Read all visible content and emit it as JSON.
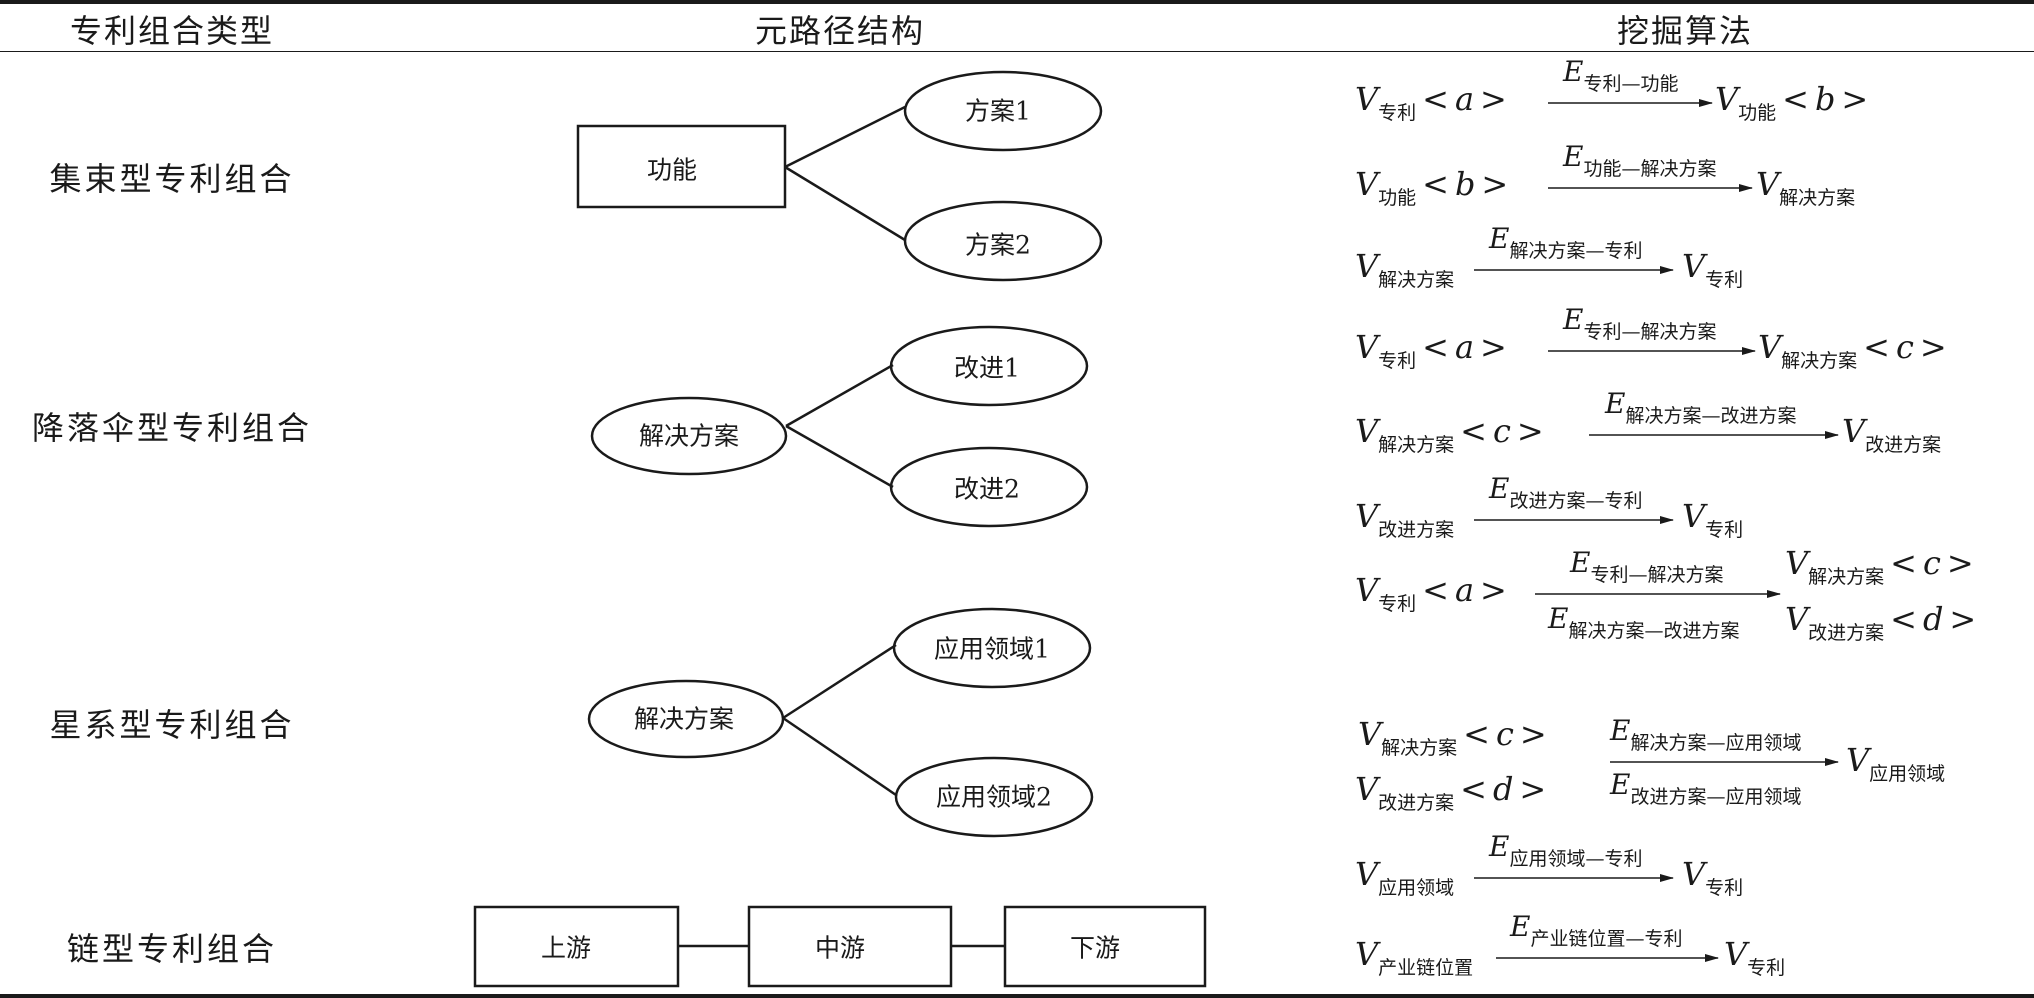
{
  "header": {
    "col1": "专利组合类型",
    "col2": "元路径结构",
    "col3": "挖掘算法"
  },
  "rows": [
    {
      "label": "集束型专利组合",
      "root": "功能",
      "children": [
        "方案1",
        "方案2"
      ]
    },
    {
      "label": "降落伞型专利组合",
      "root": "解决方案",
      "children": [
        "改进1",
        "改进2"
      ]
    },
    {
      "label": "星系型专利组合",
      "root": "解决方案",
      "children": [
        "应用领域1",
        "应用领域2"
      ]
    },
    {
      "label": "链型专利组合",
      "chain": [
        "上游",
        "中游",
        "下游"
      ]
    }
  ],
  "symbols": {
    "V": "V",
    "E": "E",
    "lt": "<",
    "gt": ">",
    "a": "a",
    "b": "b",
    "c": "c",
    "d": "d"
  },
  "formulas": [
    {
      "v1": "专利",
      "e": "专利—功能",
      "v2": "功能"
    },
    {
      "v1": "功能",
      "e": "功能—解决方案",
      "v2": "解决方案"
    },
    {
      "v1": "解决方案",
      "e": "解决方案—专利",
      "v2": "专利"
    },
    {
      "v1": "专利",
      "e": "专利—解决方案",
      "v2": "解决方案"
    },
    {
      "v1": "解决方案",
      "e": "解决方案—改进方案",
      "v2": "改进方案"
    },
    {
      "v1": "改进方案",
      "e": "改进方案—专利",
      "v2": "专利"
    },
    {
      "v1": "专利",
      "e_top": "专利—解决方案",
      "e_bottom": "解决方案—改进方案",
      "v_top": "解决方案",
      "v_bottom": "改进方案"
    },
    {
      "v_top": "解决方案",
      "v_bottom": "改进方案",
      "e_top": "解决方案—应用领域",
      "e_bottom": "改进方案—应用领域",
      "v2": "应用领域"
    },
    {
      "v1": "应用领域",
      "e": "应用领域—专利",
      "v2": "专利"
    },
    {
      "v1": "产业链位置",
      "e": "产业链位置—专利",
      "v2": "专利"
    }
  ]
}
